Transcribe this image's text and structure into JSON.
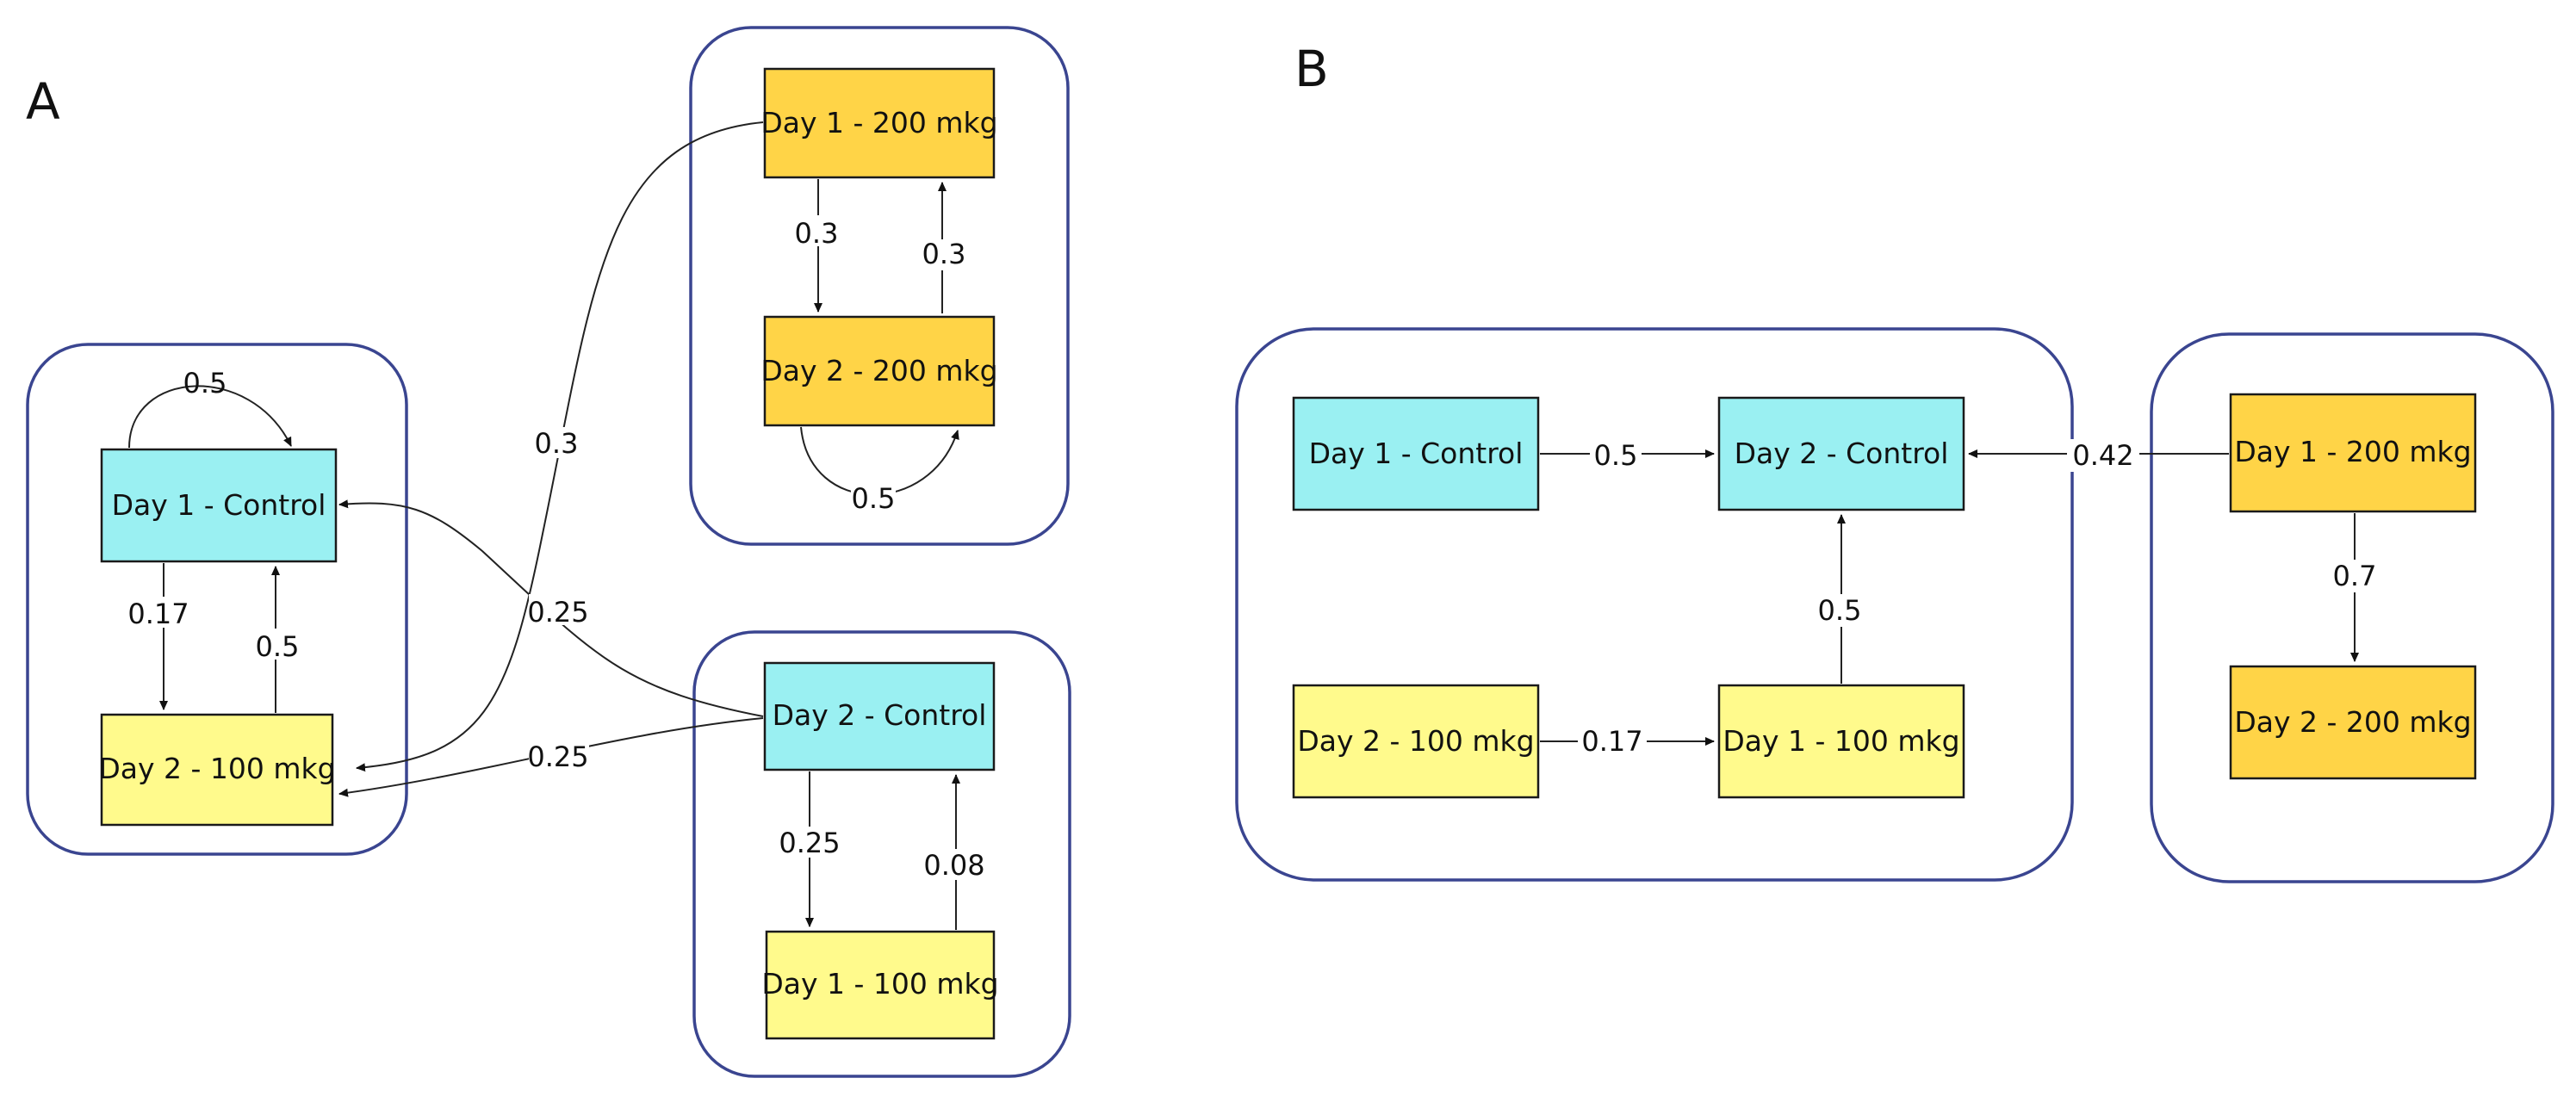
{
  "colors": {
    "control": "#9af0f2",
    "dose_100": "#fffa8c",
    "dose_200": "#ffd447",
    "cluster_border": "#3a4590"
  },
  "panels": [
    {
      "id": "A",
      "label": "A",
      "nodes": [
        {
          "id": "a_d1_ctrl",
          "label": "Day 1 - Control",
          "group": "control"
        },
        {
          "id": "a_d2_100",
          "label": "Day 2 - 100 mkg",
          "group": "dose_100"
        },
        {
          "id": "a_d1_200",
          "label": "Day 1 - 200 mkg",
          "group": "dose_200"
        },
        {
          "id": "a_d2_200",
          "label": "Day 2 - 200 mkg",
          "group": "dose_200"
        },
        {
          "id": "a_d2_ctrl",
          "label": "Day 2 - Control",
          "group": "control"
        },
        {
          "id": "a_d1_100",
          "label": "Day 1 - 100 mkg",
          "group": "dose_100"
        }
      ],
      "edges": [
        {
          "id": "a_e1",
          "from": "a_d1_ctrl",
          "to": "a_d1_ctrl",
          "label": "0.5"
        },
        {
          "id": "a_e2",
          "from": "a_d1_ctrl",
          "to": "a_d2_100",
          "label": "0.17"
        },
        {
          "id": "a_e3",
          "from": "a_d2_100",
          "to": "a_d1_ctrl",
          "label": "0.5"
        },
        {
          "id": "a_e4",
          "from": "a_d1_200",
          "to": "a_d2_200",
          "label": "0.3"
        },
        {
          "id": "a_e5",
          "from": "a_d2_200",
          "to": "a_d1_200",
          "label": "0.3"
        },
        {
          "id": "a_e6",
          "from": "a_d2_200",
          "to": "a_d2_200",
          "label": "0.5"
        },
        {
          "id": "a_e7",
          "from": "a_d1_200",
          "to": "a_d2_100",
          "label": "0.3"
        },
        {
          "id": "a_e8",
          "from": "a_d2_ctrl",
          "to": "a_d1_ctrl",
          "label": "0.25"
        },
        {
          "id": "a_e9",
          "from": "a_d2_ctrl",
          "to": "a_d2_100",
          "label": "0.25"
        },
        {
          "id": "a_e10",
          "from": "a_d2_ctrl",
          "to": "a_d1_100",
          "label": "0.25"
        },
        {
          "id": "a_e11",
          "from": "a_d1_100",
          "to": "a_d2_ctrl",
          "label": "0.08"
        }
      ]
    },
    {
      "id": "B",
      "label": "B",
      "nodes": [
        {
          "id": "b_d1_ctrl",
          "label": "Day 1 - Control",
          "group": "control"
        },
        {
          "id": "b_d2_ctrl",
          "label": "Day 2 - Control",
          "group": "control"
        },
        {
          "id": "b_d2_100",
          "label": "Day 2 - 100 mkg",
          "group": "dose_100"
        },
        {
          "id": "b_d1_100",
          "label": "Day 1 - 100 mkg",
          "group": "dose_100"
        },
        {
          "id": "b_d1_200",
          "label": "Day 1 - 200 mkg",
          "group": "dose_200"
        },
        {
          "id": "b_d2_200",
          "label": "Day 2 - 200 mkg",
          "group": "dose_200"
        }
      ],
      "edges": [
        {
          "id": "b_e1",
          "from": "b_d1_ctrl",
          "to": "b_d2_ctrl",
          "label": "0.5"
        },
        {
          "id": "b_e2",
          "from": "b_d1_200",
          "to": "b_d2_ctrl",
          "label": "0.42"
        },
        {
          "id": "b_e3",
          "from": "b_d1_100",
          "to": "b_d2_ctrl",
          "label": "0.5"
        },
        {
          "id": "b_e4",
          "from": "b_d2_100",
          "to": "b_d1_100",
          "label": "0.17"
        },
        {
          "id": "b_e5",
          "from": "b_d1_200",
          "to": "b_d2_200",
          "label": "0.7"
        }
      ]
    }
  ]
}
